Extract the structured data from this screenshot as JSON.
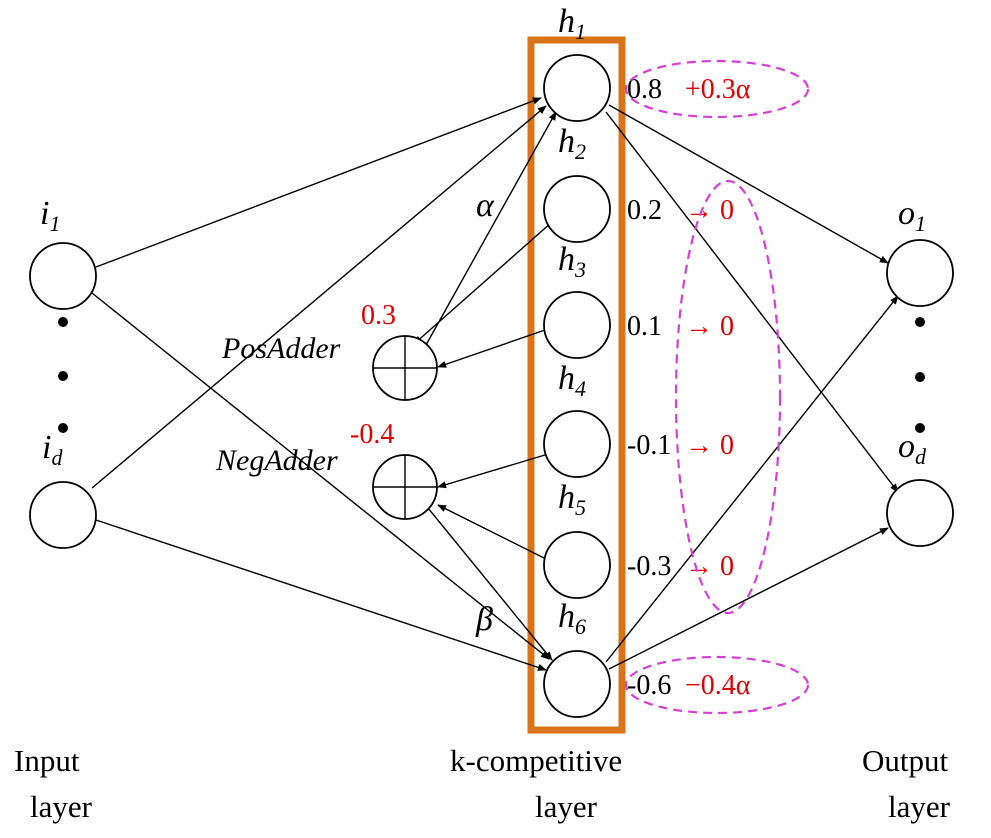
{
  "diagram": {
    "hidden_labels": [
      {
        "base": "h",
        "sub": "1"
      },
      {
        "base": "h",
        "sub": "2"
      },
      {
        "base": "h",
        "sub": "3"
      },
      {
        "base": "h",
        "sub": "4"
      },
      {
        "base": "h",
        "sub": "5"
      },
      {
        "base": "h",
        "sub": "6"
      }
    ],
    "hidden_values": [
      "0.8",
      "0.2",
      "0.1",
      "-0.1",
      "-0.3",
      "-0.6"
    ],
    "hidden_updates": [
      "+0.3α",
      "→ 0",
      "→ 0",
      "→ 0",
      "→ 0",
      "−0.4α"
    ],
    "input_labels": [
      {
        "base": "i",
        "sub": "1"
      },
      {
        "base": "i",
        "sub": "d"
      }
    ],
    "output_labels": [
      {
        "base": "o",
        "sub": "1"
      },
      {
        "base": "o",
        "sub": "d"
      }
    ],
    "pos_adder": {
      "label": "PosAdder",
      "value": "0.3"
    },
    "neg_adder": {
      "label": "NegAdder",
      "value": "-0.4"
    },
    "alpha": "α",
    "beta": "β",
    "captions": {
      "input": [
        "Input",
        "layer"
      ],
      "hidden": [
        "k-competitive",
        "layer"
      ],
      "output": [
        "Output",
        "layer"
      ]
    },
    "colors": {
      "highlight_box": "#d9741b",
      "dashed_ellipse": "#d63fd6",
      "update_text": "#e00000"
    }
  }
}
